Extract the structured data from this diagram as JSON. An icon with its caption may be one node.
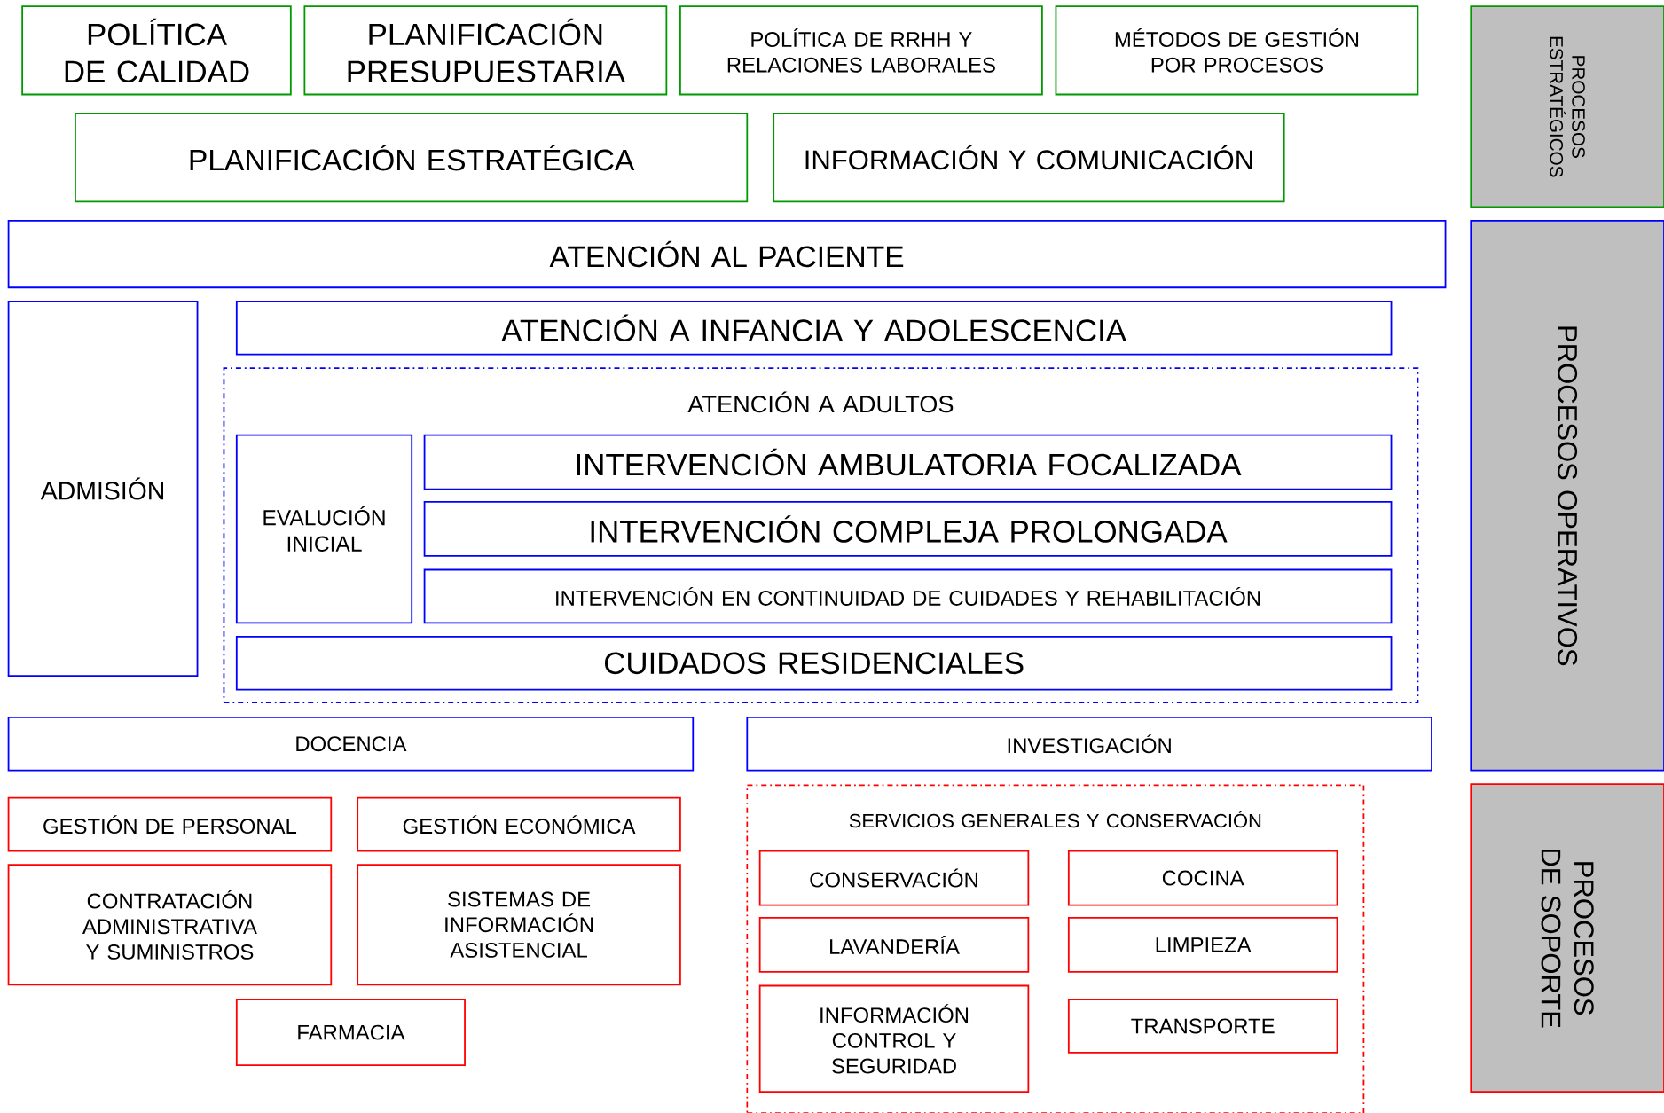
{
  "diagram": {
    "nodes": [
      {
        "text": [
          "POLÍTICA DE CALIDAD"
        ]
      },
      {
        "text": [
          "PLANIFICACIÓN PRESUPUESTARIA"
        ]
      },
      {
        "text": [
          "POLÍTICA DE RRHH Y RELACIONES LABORALES"
        ]
      },
      {
        "text": [
          "MÉTODOS DE GESTIÓN POR PROCESOS"
        ]
      },
      {
        "text": [
          "PLANIFICACIÓN ESTRATÉGICA"
        ]
      },
      {
        "text": [
          "INFORMACIÓN Y COMUNICACIÓN"
        ]
      },
      {
        "text": [
          "ATENCIÓN AL PACIENTE"
        ]
      },
      {
        "text": [
          "ADMISIÓN"
        ]
      },
      {
        "text": [
          "ATENCIÓN A INFANCIA Y ADOLESCENCIA"
        ]
      },
      {
        "text": [
          "ATENCIÓN A ADULTOS"
        ]
      },
      {
        "text": [
          "EVALUCIÓN INICIAL"
        ],
        "in": 9
      },
      {
        "text": [
          "INTERVENCIÓN AMBULATORIA FOCALIZADA"
        ],
        "in": 9
      },
      {
        "text": [
          "INTERVENCIÓN COMPLEJA PROLONGADA"
        ],
        "in": 9
      },
      {
        "text": [
          "INTERVENCIÓN EN CONTINUIDAD DE CUIDADES Y REHABILITACIÓN"
        ],
        "in": 9
      },
      {
        "text": [
          "CUIDADOS RESIDENCIALES"
        ],
        "in": 9
      },
      {
        "text": [
          "DOCENCIA"
        ]
      },
      {
        "text": [
          "INVESTIGACIÓN"
        ]
      },
      {
        "text": [
          "GESTIÓN DE PERSONAL"
        ]
      },
      {
        "text": [
          "GESTIÓN ECONÓMICA"
        ]
      },
      {
        "text": [
          "CONTRATACIÓN ADMINISTRATIVA Y SUMINISTROS"
        ]
      },
      {
        "text": [
          "SISTEMAS DE INFORMACIÓN ASISTENCIAL"
        ]
      },
      {
        "text": [
          "FARMACIA"
        ]
      },
      {
        "text": [
          "SERVICIOS GENERALES Y CONSERVACIÓN"
        ]
      },
      {
        "text": [
          "CONSERVACIÓN"
        ],
        "in": 22
      },
      {
        "text": [
          "COCINA"
        ],
        "in": 22
      },
      {
        "text": [
          "LAVANDERÍA"
        ],
        "in": 22
      },
      {
        "text": [
          "LIMPIEZA"
        ],
        "in": 22
      },
      {
        "text": [
          "INFORMACIÓN CONTROL Y SEGURIDAD"
        ],
        "in": 22
      },
      {
        "text": [
          "TRANSPORTE"
        ],
        "in": 22
      },
      {
        "text": [
          "PROCESOS ESTRATÉGICOS"
        ]
      },
      {
        "text": [
          "PROCESOS OPERATIVOS"
        ]
      },
      {
        "text": [
          "PROCESOS DE SOPORTE"
        ]
      }
    ]
  }
}
